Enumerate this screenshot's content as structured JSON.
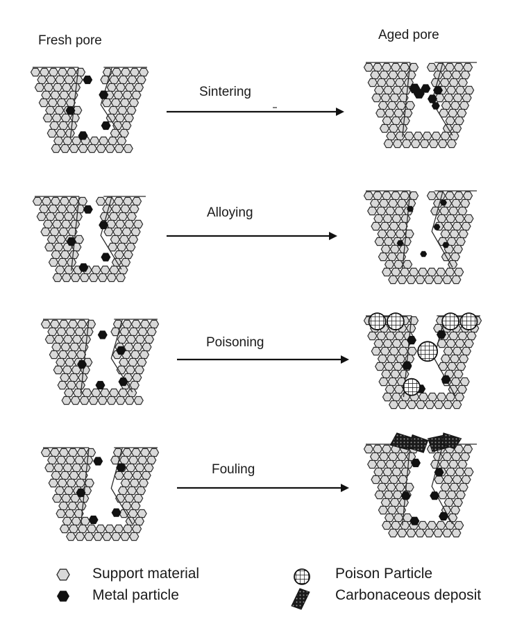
{
  "headers": {
    "fresh": "Fresh pore",
    "aged": "Aged pore"
  },
  "processes": [
    {
      "label": "Sintering"
    },
    {
      "label": "Alloying"
    },
    {
      "label": "Poisoning"
    },
    {
      "label": "Fouling"
    }
  ],
  "legend": {
    "support": "Support material",
    "metal": "Metal particle",
    "poison": "Poison Particle",
    "carbon": "Carbonaceous deposit"
  },
  "colors": {
    "support_fill": "#d9d9d9",
    "stroke": "#2a2a2a",
    "metal": "#111111"
  }
}
